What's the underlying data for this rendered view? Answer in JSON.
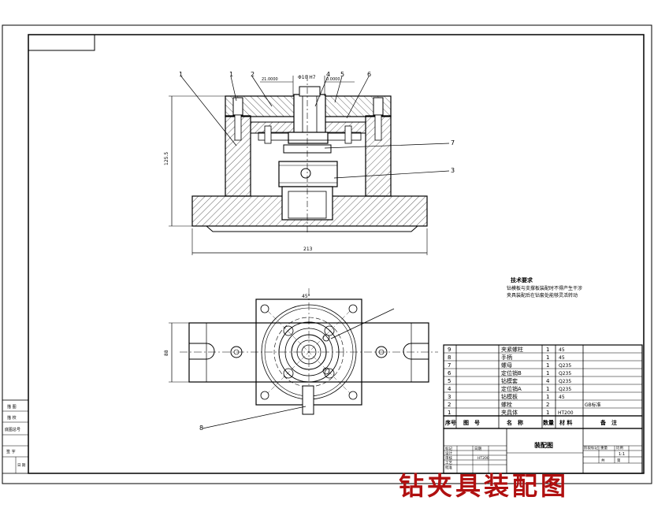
{
  "callouts": {
    "top": [
      "1",
      "1",
      "2",
      "4",
      "5",
      "6"
    ],
    "right": [
      "7",
      "3"
    ],
    "bottom": "8"
  },
  "dimensions": {
    "height": "125.5",
    "width": "213",
    "depth": "88",
    "small_left": "21.0000",
    "small_mid": "0.0000",
    "small_top": "Φ10 H7",
    "rot": "45°"
  },
  "tech_req": {
    "title": "技术要求",
    "line1": "钻模板与支撑板装配时不得产生干涉",
    "line2": "夹具装配后在钻套处能够灵活转动"
  },
  "parts_header": {
    "no": "序号",
    "code": "图　号",
    "name": "名　称",
    "qty": "数量",
    "mat": "材 料",
    "note": "备　注"
  },
  "parts": [
    {
      "no": "9",
      "name": "夹紧螺柱",
      "qty": "1",
      "mat": "45",
      "note": ""
    },
    {
      "no": "8",
      "name": "手柄",
      "qty": "1",
      "mat": "45",
      "note": ""
    },
    {
      "no": "7",
      "name": "螺母",
      "qty": "1",
      "mat": "Q235",
      "note": ""
    },
    {
      "no": "6",
      "name": "定位销B",
      "qty": "1",
      "mat": "Q235",
      "note": ""
    },
    {
      "no": "5",
      "name": "钻模套",
      "qty": "4",
      "mat": "Q235",
      "note": ""
    },
    {
      "no": "4",
      "name": "定位销A",
      "qty": "1",
      "mat": "Q235",
      "note": ""
    },
    {
      "no": "3",
      "name": "钻模板",
      "qty": "1",
      "mat": "45",
      "note": ""
    },
    {
      "no": "2",
      "name": "螺栓",
      "qty": "2",
      "mat": "",
      "note": "GB标准"
    },
    {
      "no": "1",
      "name": "夹具体",
      "qty": "1",
      "mat": "HT200",
      "note": ""
    }
  ],
  "title_block": {
    "drawing_name": "装配图",
    "scale": "1:1",
    "sheet": "共 1 张",
    "small1": "标记",
    "small2": "设计",
    "small3": "审核",
    "small4": "工艺",
    "small5": "批准",
    "date": "日期",
    "weight": "重量",
    "ratio": "比例",
    "mark1": "阶段标记",
    "sheet_lbl": "共",
    "page": "第",
    "mat_code": "HT200"
  },
  "side_stamps": [
    "描 图",
    "描 校",
    "底图总号",
    "签 字",
    "日 期"
  ],
  "big_title": "钻夹具装配图",
  "colors": {
    "line": "#000000",
    "title": "#b01010",
    "hatch": "#000000"
  }
}
